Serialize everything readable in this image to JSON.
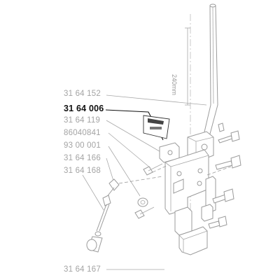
{
  "diagram": {
    "part_numbers": [
      {
        "id": "31 64 152",
        "highlight": false
      },
      {
        "id": "31 64 006",
        "highlight": true
      },
      {
        "id": "31 64 119",
        "highlight": false
      },
      {
        "id": "86040841",
        "highlight": false
      },
      {
        "id": "93 00 001",
        "highlight": false
      },
      {
        "id": "31 64 166",
        "highlight": false
      },
      {
        "id": "31 64 168",
        "highlight": false
      },
      {
        "id": "31 64 167",
        "highlight": false
      }
    ],
    "dimension_label": "240mm",
    "colors": {
      "line_gray": "#9b9b9b",
      "label_gray": "#a4a4a4",
      "highlight": "#111111"
    }
  }
}
